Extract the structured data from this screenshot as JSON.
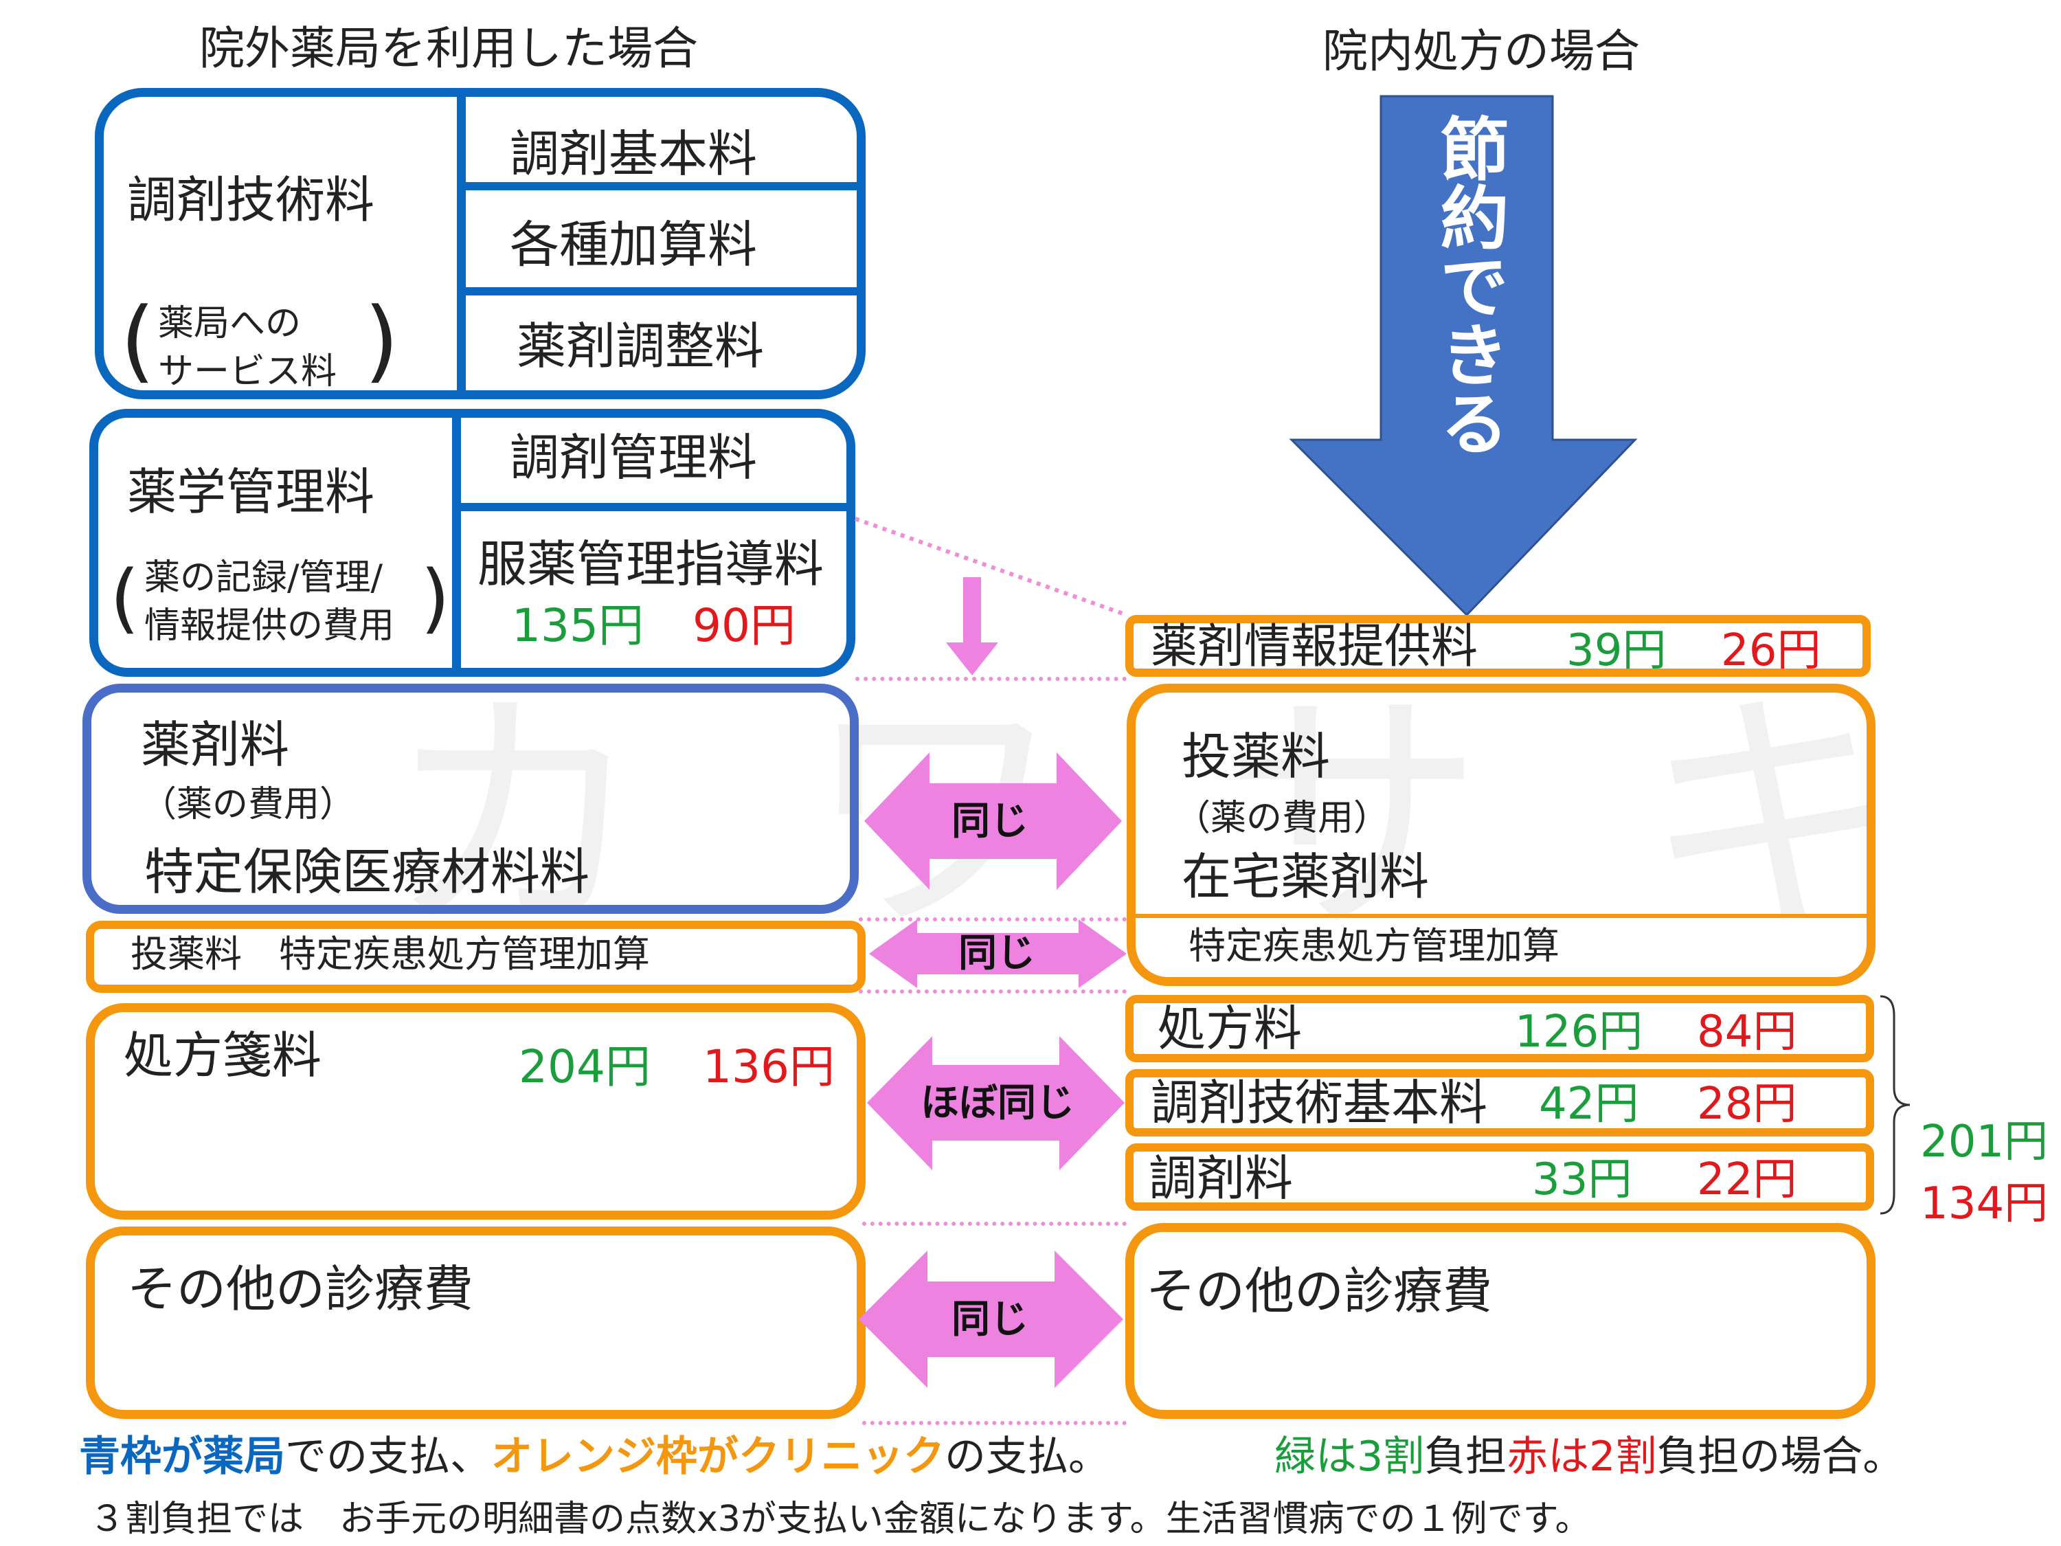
{
  "headers": {
    "left": "院外薬局を利用した場合",
    "right": "院内処方の場合"
  },
  "savings_arrow": {
    "label": "節約できる"
  },
  "watermark": "カワサキ",
  "left": {
    "technical_fee": {
      "title": "調剤技術料",
      "note_line1": "薬局への",
      "note_line2": "サービス料",
      "items": [
        "調剤基本料",
        "各種加算料",
        "薬剤調整料"
      ]
    },
    "pharma_mgmt": {
      "title": "薬学管理料",
      "note_line1": "薬の記録/管理/",
      "note_line2": "情報提供の費用",
      "item1": "調剤管理料",
      "item2": "服薬管理指導料",
      "price3": "135円",
      "price2": "90円"
    },
    "drug_fee": {
      "line1": "薬剤料",
      "line2": "（薬の費用）",
      "line3": "特定保険医療材料料"
    },
    "dosing_fee": "投薬料　特定疾患処方管理加算",
    "prescription_fee": {
      "title": "処方箋料",
      "price3": "204円",
      "price2": "136円"
    },
    "other": "その他の診療費"
  },
  "right": {
    "drug_info_fee": {
      "title": "薬剤情報提供料",
      "price3": "39円",
      "price2": "26円"
    },
    "dosing": {
      "line1": "投薬料",
      "line2": "（薬の費用）",
      "line3": "在宅薬剤料",
      "line4": "特定疾患処方管理加算"
    },
    "rx_fee": {
      "title": "処方料",
      "price3": "126円",
      "price2": "84円"
    },
    "tech_basic": {
      "title": "調剤技術基本料",
      "price3": "42円",
      "price2": "28円"
    },
    "dispensing": {
      "title": "調剤料",
      "price3": "33円",
      "price2": "22円"
    },
    "sum": {
      "price3": "201円",
      "price2": "134円"
    },
    "other": "その他の診療費"
  },
  "comparisons": {
    "same1": "同じ",
    "same2": "同じ",
    "almost": "ほぼ同じ",
    "same3": "同じ"
  },
  "footer": {
    "blue_frame": "青枠が薬局",
    "text1": "での支払、",
    "orange_frame": "オレンジ枠がクリニック",
    "text2": "の支払。",
    "green_part": "緑は3割",
    "text3": "負担",
    "red_part": "赤は2割",
    "text4": "負担の場合。",
    "note": "３割負担では　お手元の明細書の点数x3が支払い金額になります。生活習慣病での１例です。"
  },
  "colors": {
    "blue": "#0a67c0",
    "orange": "#f5960f",
    "green": "#1a9e3c",
    "red": "#e2191c",
    "pink": "#ee82e0",
    "arrow": "#4472c4"
  }
}
